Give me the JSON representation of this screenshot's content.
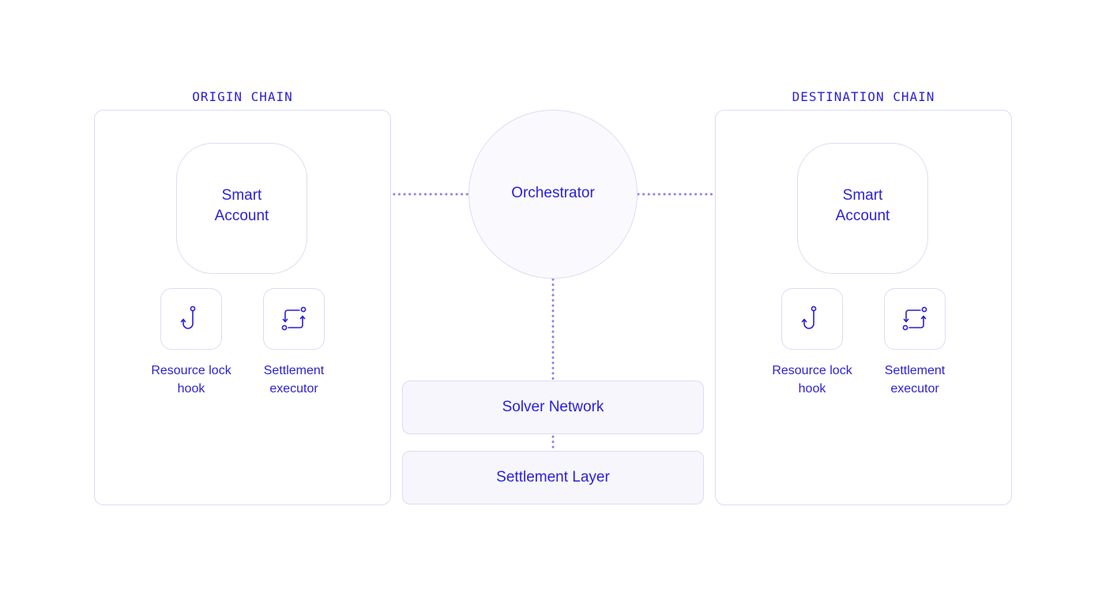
{
  "origin": {
    "title": "ORIGIN CHAIN",
    "smart_account": "Smart\nAccount",
    "hook_label": "Resource lock\nhook",
    "executor_label": "Settlement\nexecutor",
    "hook_icon": "hook-icon",
    "executor_icon": "settlement-loop-icon"
  },
  "destination": {
    "title": "DESTINATION CHAIN",
    "smart_account": "Smart\nAccount",
    "hook_label": "Resource lock\nhook",
    "executor_label": "Settlement\nexecutor",
    "hook_icon": "hook-icon",
    "executor_icon": "settlement-loop-icon"
  },
  "center": {
    "orchestrator": "Orchestrator",
    "solver_network": "Solver Network",
    "settlement_layer": "Settlement Layer"
  },
  "colors": {
    "text": "#2a1fd6",
    "border": "#dcdcf7",
    "connector": "#8b82ea",
    "diamond": "#9a8ff0",
    "layer_fill": "#f6f6fc",
    "orchestrator_fill": "#fafafe"
  }
}
